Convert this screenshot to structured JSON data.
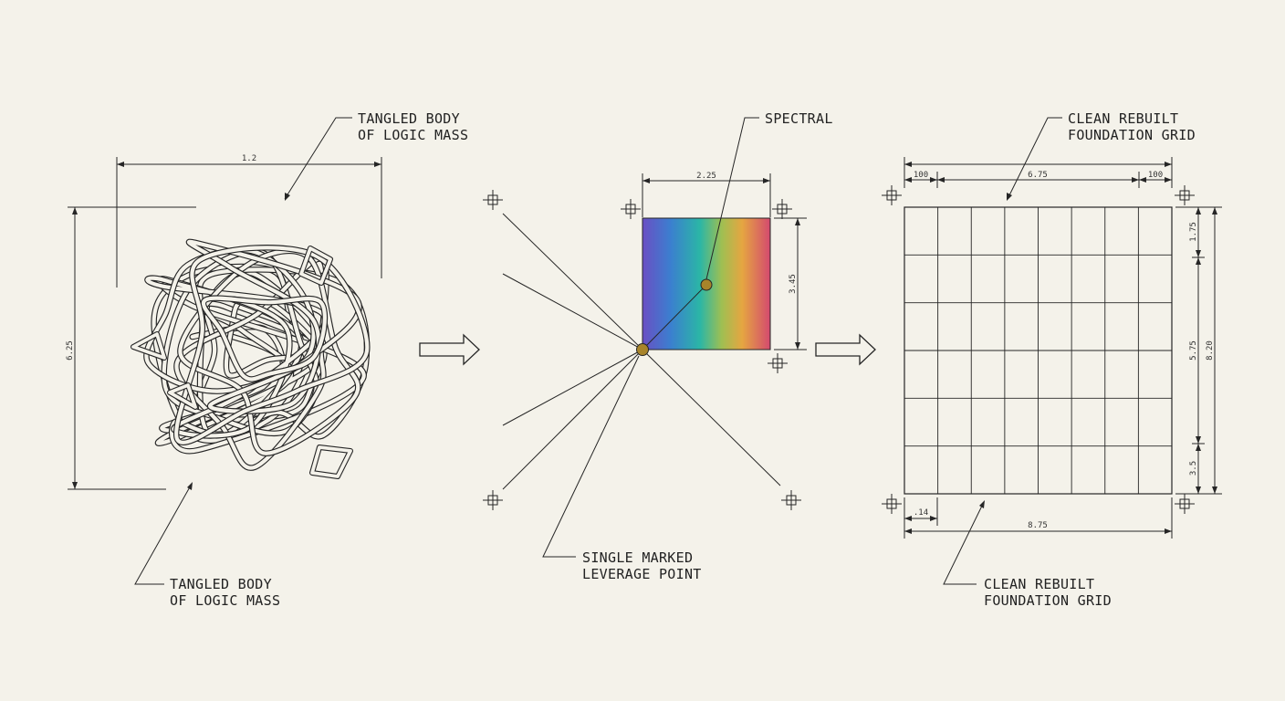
{
  "panel_1": {
    "label_top_line1": "TANGLED BODY",
    "label_top_line2": "OF LOGIC MASS",
    "label_bottom_line1": "TANGLED BODY",
    "label_bottom_line2": "OF LOGIC MASS",
    "dim_width": "1.2",
    "dim_height": "6.25"
  },
  "panel_2": {
    "label_top": "SPECTRAL",
    "label_bottom_line1": "SINGLE MARKED",
    "label_bottom_line2": "LEVERAGE POINT",
    "dim_width": "2.25",
    "dim_height": "3.45",
    "gradient_colors": [
      "#6a4fc4",
      "#3b7fcf",
      "#2bb6a6",
      "#9fbf52",
      "#e5a641",
      "#d4496f"
    ],
    "point_color": "#a8842a"
  },
  "panel_3": {
    "label_top_line1": "CLEAN REBUILT",
    "label_top_line2": "FOUNDATION GRID",
    "label_bottom_line1": "CLEAN REBUILT",
    "label_bottom_line2": "FOUNDATION GRID",
    "dim_top_left": "100",
    "dim_top_mid": "6.75",
    "dim_top_right": "100",
    "dim_bottom_small": ".14",
    "dim_bottom": "8.75",
    "dim_right_1": "1.75",
    "dim_right_2": "5.75",
    "dim_right_3": "3.5",
    "dim_right_total": "8.20"
  }
}
